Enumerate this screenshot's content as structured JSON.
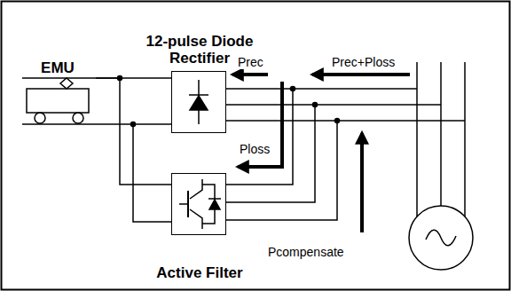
{
  "diagram": {
    "nodes": [
      {
        "text": [
          "EMU"
        ]
      },
      {
        "text": [
          "12-pulse Diode Rectifier"
        ]
      },
      {
        "text": [
          "Active Filter"
        ]
      }
    ],
    "edges": [
      {
        "from": 1,
        "to": 0,
        "arrow": "none"
      },
      {
        "from": 2,
        "to": 0,
        "arrow": "none"
      }
    ],
    "labels": [
      "Prec",
      "Prec+Ploss",
      "Ploss",
      "Pcompensate"
    ]
  }
}
